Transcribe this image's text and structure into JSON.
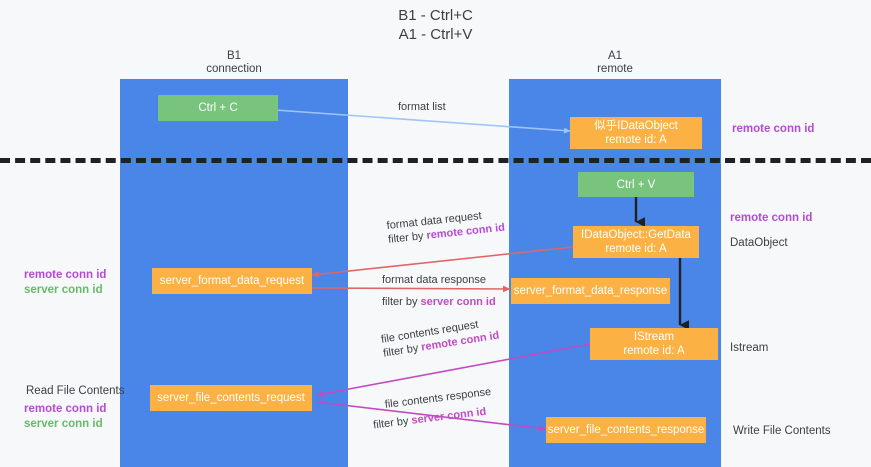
{
  "title": {
    "line1": "B1 - Ctrl+C",
    "line2": "A1 - Ctrl+V"
  },
  "lanes": [
    {
      "id": "b1",
      "name": "B1",
      "role": "connection"
    },
    {
      "id": "a1",
      "name": "A1",
      "role": "remote"
    }
  ],
  "nodes": {
    "ctrl_c": "Ctrl + C",
    "ctrl_v": "Ctrl + V",
    "idataobject_title": "似乎IDataObject",
    "idataobject_sub": "remote id: A",
    "getdata_title": "IDataObject::GetData",
    "getdata_sub": "remote id: A",
    "istream_title": "IStream",
    "istream_sub": "remote id: A",
    "server_format_data_request": "server_format_data_request",
    "server_format_data_response": "server_format_data_response",
    "server_file_contents_request": "server_file_contents_request",
    "server_file_contents_response": "server_file_contents_response"
  },
  "edges": {
    "format_list": "format list",
    "format_data_request": "format data request",
    "format_data_request_filter_prefix": "filter by ",
    "format_data_request_filter_key": "remote conn id",
    "format_data_response": "format data response",
    "format_data_response_filter_prefix": "filter by ",
    "format_data_response_filter_key": "server conn id",
    "file_contents_request": "file contents request",
    "file_contents_request_filter_prefix": "filter by ",
    "file_contents_request_filter_key": "remote conn id",
    "file_contents_response": "file contents response",
    "file_contents_response_filter_prefix": "filter by ",
    "file_contents_response_filter_key": "server conn id"
  },
  "annotations": {
    "right_remote_conn_id_top": "remote conn id",
    "right_remote_conn_id_mid": "remote conn id",
    "right_dataobject": "DataObject",
    "right_istream": "Istream",
    "right_write_file_contents": "Write File Contents",
    "left_remote_conn_id_mid": "remote conn id",
    "left_server_conn_id_mid": "server conn id",
    "left_read_file_contents": "Read File Contents",
    "left_remote_conn_id_low": "remote conn id",
    "left_server_conn_id_low": "server conn id"
  },
  "colors": {
    "lane": "#4a86e8",
    "node_green": "#78c47c",
    "node_orange": "#fbb143",
    "arrow_blue": "#9fc5f8",
    "arrow_red": "#e06666",
    "arrow_purple": "#c24bc2",
    "arrow_black": "#202124",
    "highlight_purple": "#b44bd6",
    "highlight_green": "#66bb6a",
    "background": "#f7f8fa"
  }
}
